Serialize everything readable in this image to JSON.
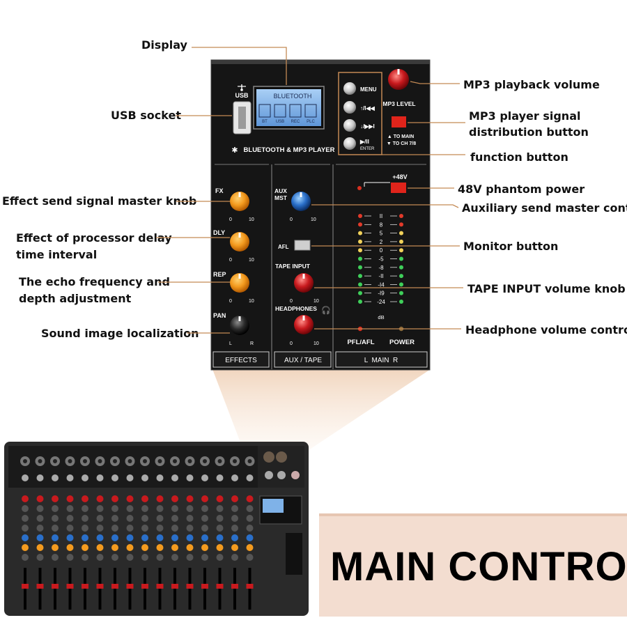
{
  "callouts": {
    "display": "Display",
    "usb_socket": "USB socket",
    "fx_knob": "Effect send signal master knob",
    "dly_line1": "Effect of processor delay",
    "dly_line2": "time interval",
    "rep_line1": "The echo frequency and",
    "rep_line2": "depth adjustment",
    "pan": "Sound image localization",
    "mp3_volume": "MP3 playback volume",
    "mp3_dist_line1": "MP3 player signal",
    "mp3_dist_line2": "distribution button",
    "function_button": "function button",
    "phantom": "48V phantom power",
    "aux_master": "Auxiliary send master control",
    "monitor": "Monitor button",
    "tape_knob": "TAPE INPUT volume knob",
    "headphone": "Headphone volume control"
  },
  "panel": {
    "usb_label": "USB",
    "lcd_title": "BLUETOOTH",
    "lcd_icons": [
      "BT",
      "USB",
      "REC",
      "PLC"
    ],
    "bt_player": "BLUETOOTH & MP3 PLAYER",
    "menu": "MENU",
    "prev": "↑/I◀◀",
    "next": "↓/▶▶I",
    "play": "▶/II",
    "enter": "ENTER",
    "mp3_level": "MP3 LEVEL",
    "to_main": "▲ TO MAIN",
    "to_ch": "▼ TO CH 7/8",
    "fx": "FX",
    "dly": "DLY",
    "rep": "REP",
    "pan": "PAN",
    "aux_mst_1": "AUX",
    "aux_mst_2": "MST",
    "afl": "AFL",
    "tape_input": "TAPE INPUT",
    "headphones": "HEADPHONES",
    "plus48v": "+48V",
    "meter_values": [
      "II",
      "8",
      "5",
      "2",
      "0",
      "-5",
      "-8",
      "-II",
      "-I4",
      "-I9",
      "-24"
    ],
    "db": "dB",
    "pfl_afl": "PFL/AFL",
    "power": "POWER",
    "tab_effects": "EFFECTS",
    "tab_aux": "AUX / TAPE",
    "tab_main": "L  MAIN  R",
    "scale_min": "0",
    "scale_max": "10",
    "pan_l": "L",
    "pan_r": "R"
  },
  "banner": {
    "title": "MAIN CONTROL"
  },
  "colors": {
    "panel": "#141414",
    "orange_knob": "#f39a1e",
    "red_knob": "#c81a1e",
    "blue_knob": "#2a6fc9",
    "lcd": "#7fb2e8",
    "callout_line": "#c48a55"
  }
}
